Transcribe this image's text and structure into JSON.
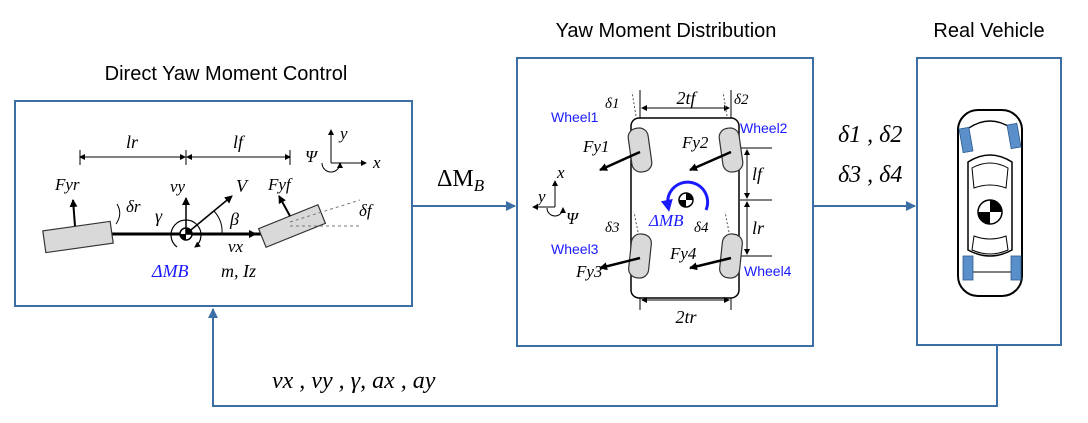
{
  "titles": {
    "dyc": "Direct Yaw Moment Control",
    "ymd": "Yaw Moment Distribution",
    "rv": "Real Vehicle"
  },
  "signals": {
    "dyc_to_ymd": "ΔM",
    "dyc_to_ymd_sub": "B",
    "ymd_to_rv_line1": "δ1 , δ2",
    "ymd_to_rv_line2": "δ3 , δ4",
    "feedback": "vx , vy , γ, ax , ay"
  },
  "dyc": {
    "lr": "lr",
    "lf": "lf",
    "Fyr": "Fyr",
    "Fyf": "Fyf",
    "deltar": "δr",
    "deltaf": "δf",
    "vy": "vy",
    "V": "V",
    "gamma": "γ",
    "beta": "β",
    "vx": "vx",
    "dMB": "ΔMB",
    "mass": "m, Iz",
    "axis_x": "x",
    "axis_y": "y",
    "axis_psi": "Ψ"
  },
  "ymd": {
    "wheel1": "Wheel1",
    "wheel2": "Wheel2",
    "wheel3": "Wheel3",
    "wheel4": "Wheel4",
    "Fy1": "Fy1",
    "Fy2": "Fy2",
    "Fy3": "Fy3",
    "Fy4": "Fy4",
    "d1": "δ1",
    "d2": "δ2",
    "d3": "δ3",
    "d4": "δ4",
    "tf": "2tf",
    "tr": "2tr",
    "lf": "lf",
    "lr": "lr",
    "dMB": "ΔMB",
    "axis_x": "x",
    "axis_y": "y",
    "axis_psi": "Ψ"
  },
  "colors": {
    "box_border": "#3a6ea5",
    "arrow": "#3a6ea5",
    "blue_text": "#1a1aff",
    "tire_fill": "#d9d9d9",
    "rv_tire": "#5b8fc9"
  }
}
